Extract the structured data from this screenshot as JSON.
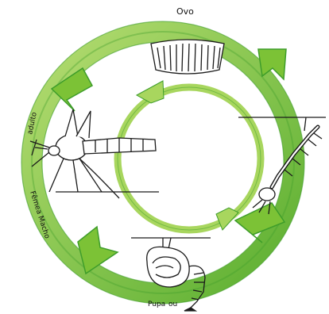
{
  "diagram": {
    "stages": [
      {
        "id": "ovo",
        "label": "Ovo"
      },
      {
        "id": "larva",
        "label": ""
      },
      {
        "id": "pupa",
        "label": "Pupa"
      },
      {
        "id": "adulto",
        "label": "adulto"
      }
    ],
    "extra_labels": {
      "female": "Fêmea",
      "male": "Macho",
      "pupa_suffix": "ou"
    },
    "colors": {
      "ring_outer": "#8fc83a",
      "ring_dark": "#3e9d2a",
      "ring_light": "#d3ebb0",
      "inner_ring": "#a8d65e",
      "drawing": "#1a1a1a"
    }
  }
}
